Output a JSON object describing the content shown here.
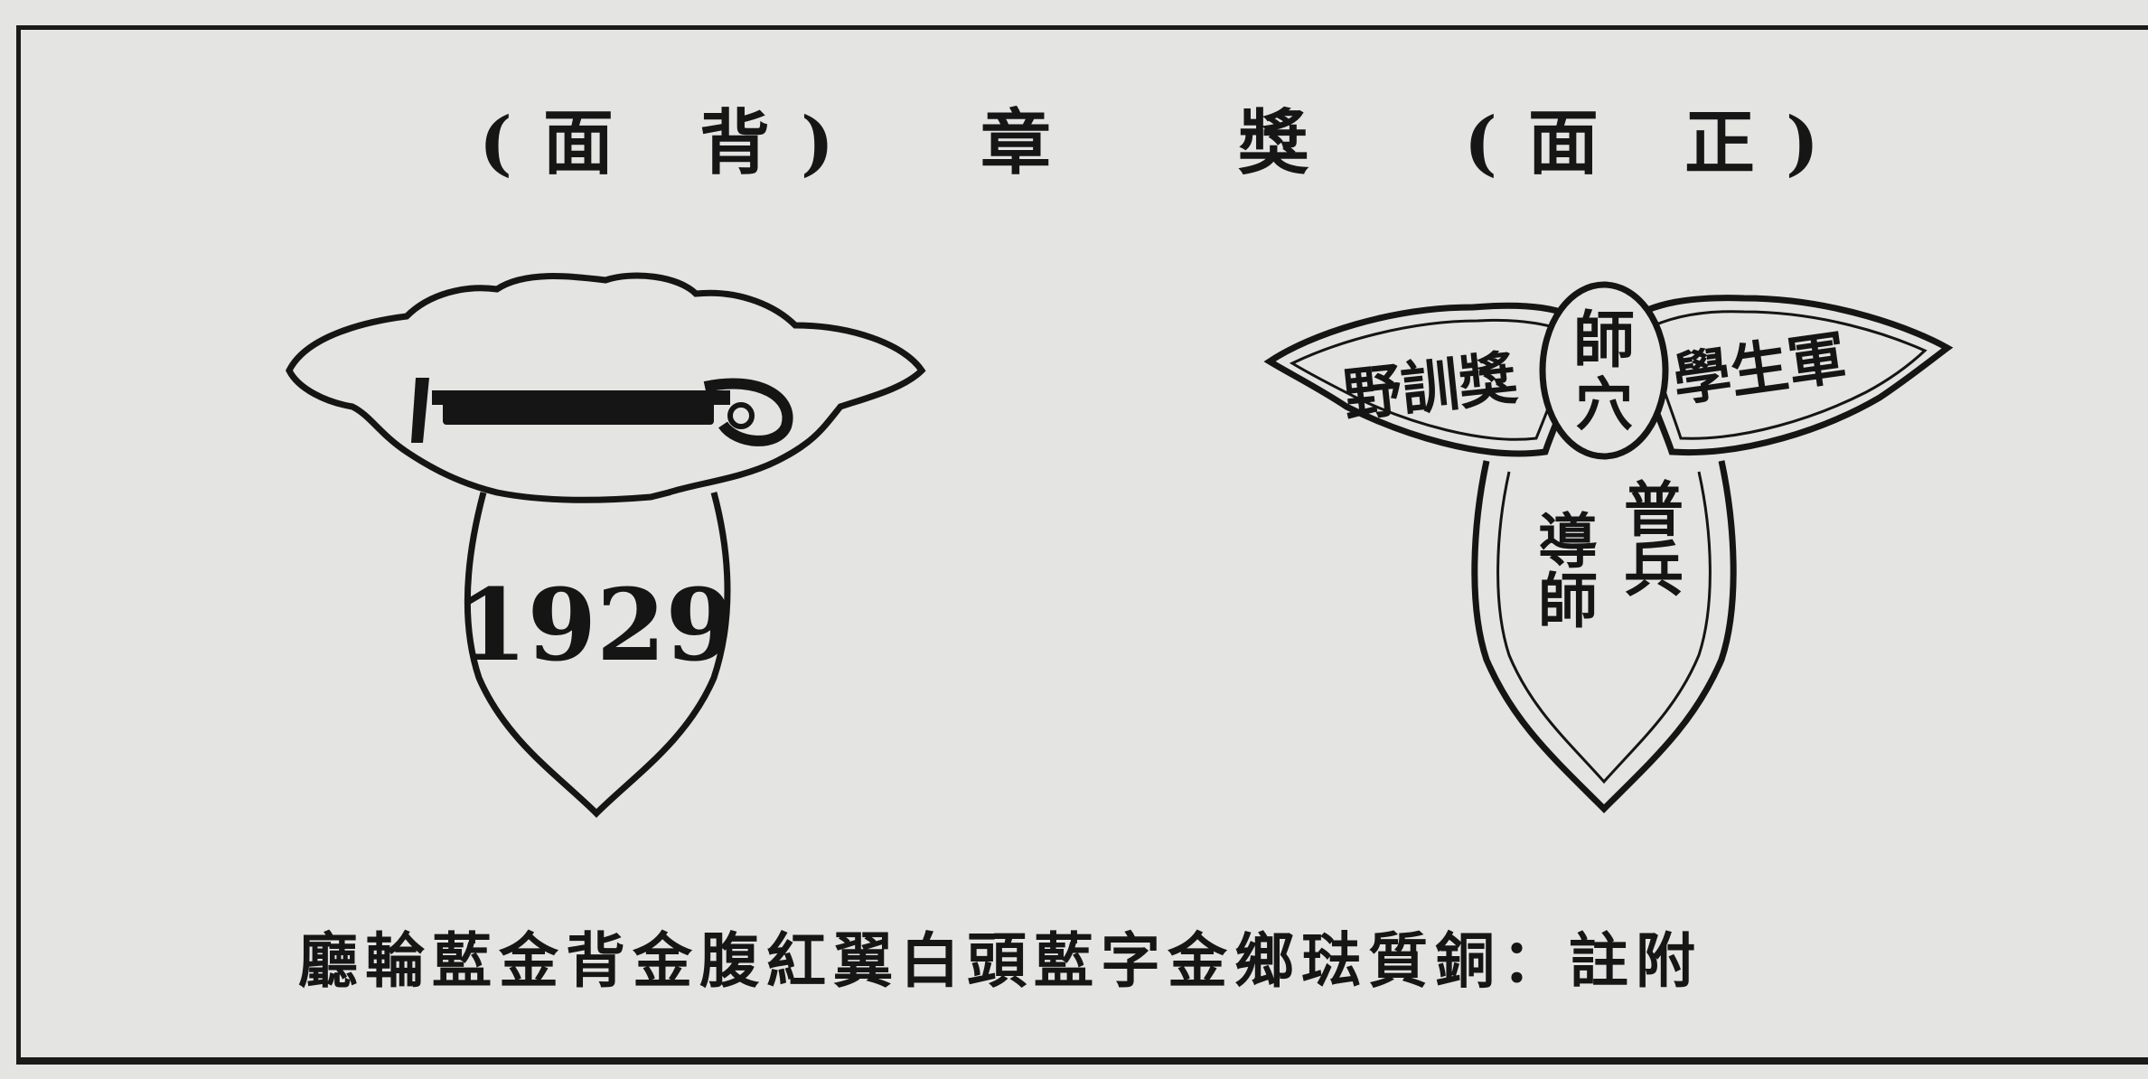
{
  "captions": {
    "back": "(面 背)",
    "title": "章 獎",
    "front": "(面 正)"
  },
  "badge_back": {
    "year": "1929"
  },
  "badge_front": {
    "top_left": "野訓獎",
    "center": "師",
    "center_lower": "穴",
    "top_right": "學生軍",
    "bottom_col1": "導師",
    "bottom_col2": "普兵"
  },
  "note": "廳輪藍金背金腹紅翼白頭藍字金鄉琺質銅：註附"
}
